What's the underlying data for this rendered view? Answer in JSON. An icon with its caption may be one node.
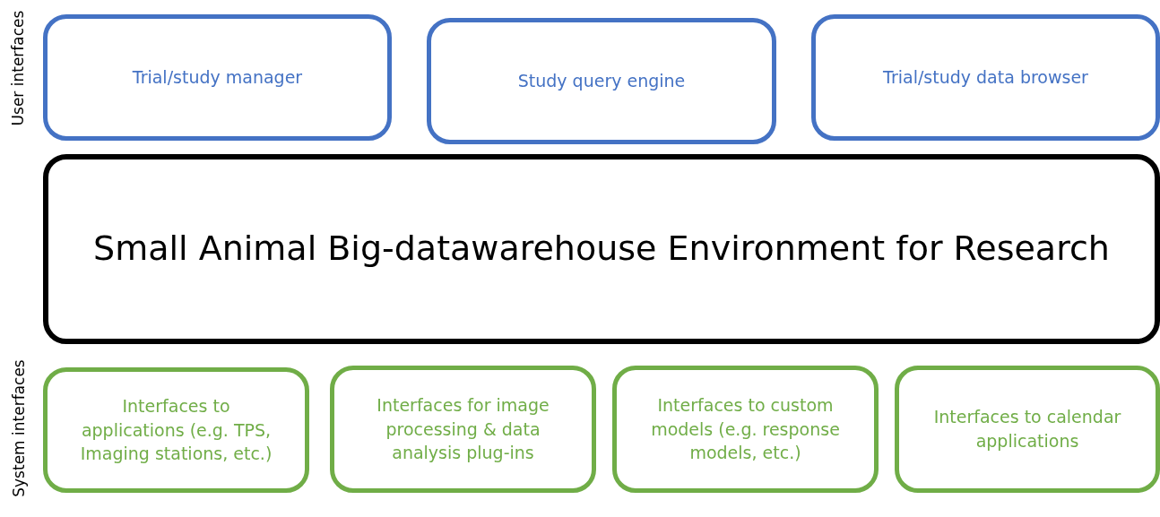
{
  "diagram": {
    "nodes": [
      {
        "text": [
          "Trial/study manager"
        ]
      },
      {
        "text": [
          "Study query engine"
        ]
      },
      {
        "text": [
          "Trial/study data browser"
        ]
      },
      {
        "text": [
          "Small Animal Big-datawarehouse Environment for Research"
        ]
      },
      {
        "text": [
          "Interfaces to applications (e.g. TPS, Imaging stations, etc.)"
        ]
      },
      {
        "text": [
          "Interfaces for image processing & data analysis plug-ins"
        ]
      },
      {
        "text": [
          "Interfaces to custom models (e.g. response models, etc.)"
        ]
      },
      {
        "text": [
          "Interfaces to calendar applications"
        ]
      }
    ],
    "edges": [],
    "labels": [
      "User interfaces",
      "System interfaces"
    ]
  }
}
